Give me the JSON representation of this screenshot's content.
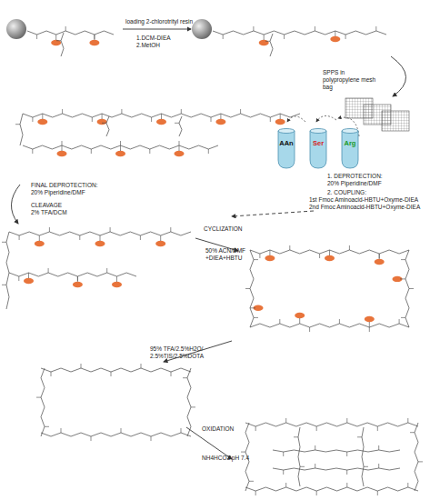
{
  "diagram": {
    "nodes": [
      {
        "text": [
          "AAn"
        ]
      },
      {
        "text": [
          "Ser"
        ]
      },
      {
        "text": [
          "Arg"
        ]
      }
    ],
    "labels": [
      "loading 2-chlorotrityl resin",
      "1.DCM-DIEA",
      "2.MetOH",
      "SPPS in polypropylene mesh bag",
      "1. DEPROTECTION:",
      "20% Piperidine/DMF",
      "2. COUPLING:",
      "1st Fmoc Aminoacid-HBTU+Oxyme-DIEA",
      "2nd Fmoc Aminoacid-HBTU+Oxyme-DIEA",
      "FINAL DEPROTECTION:",
      "20% Piperidine/DMF",
      "CLEAVAGE",
      "2% TFA/DCM",
      "CYCLIZATION",
      "50% ACN/DMF",
      "+DIEA+HBTU",
      "95% TFA/2.5%H2O/",
      "2.5%TIS/2.5%DOTA",
      "OXIDATION",
      "NH4HCO3 pH 7.4"
    ]
  }
}
